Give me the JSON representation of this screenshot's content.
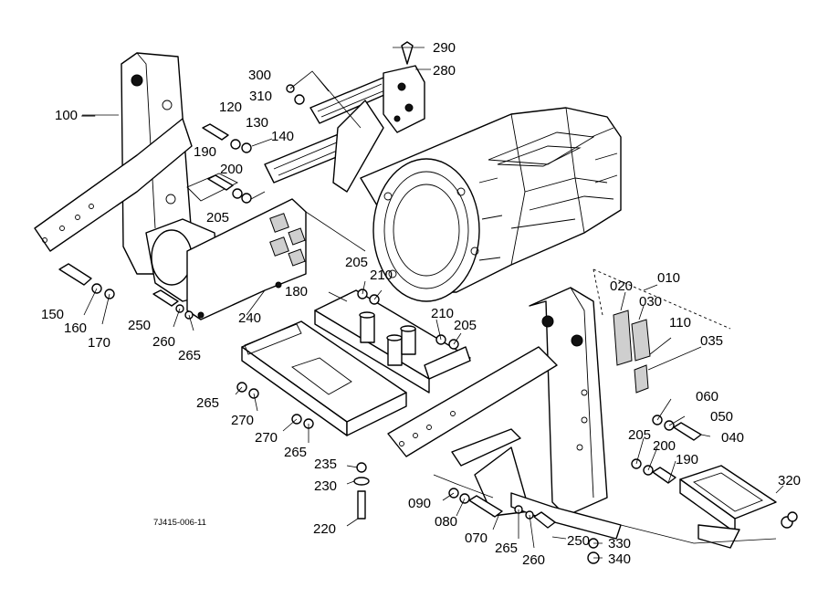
{
  "drawing_code": "7J415-006-11",
  "callouts": {
    "c010": "010",
    "c020": "020",
    "c030": "030",
    "c035": "035",
    "c040": "040",
    "c050": "050",
    "c060": "060",
    "c070": "070",
    "c080": "080",
    "c090": "090",
    "c100": "100 —",
    "c110": "110",
    "c120": "120",
    "c130": "130",
    "c140": "140",
    "c150": "150",
    "c160": "160",
    "c170": "170",
    "c180": "180",
    "c190a": "190",
    "c190b": "190",
    "c200a": "200",
    "c200b": "200",
    "c205a": "205",
    "c205b": "205",
    "c205c": "205",
    "c205d": "205",
    "c210a": "210",
    "c210b": "210",
    "c220": "220",
    "c230": "230",
    "c235": "235",
    "c240": "240",
    "c250a": "250",
    "c250b": "250",
    "c260a": "260",
    "c260b": "260",
    "c265a": "265",
    "c265b": "265",
    "c265c": "265",
    "c265d": "265",
    "c270a": "270",
    "c270b": "270",
    "c280": "280",
    "c290": "290",
    "c300": "300",
    "c310": "310",
    "c320": "320",
    "c330": "330",
    "c340": "340"
  }
}
